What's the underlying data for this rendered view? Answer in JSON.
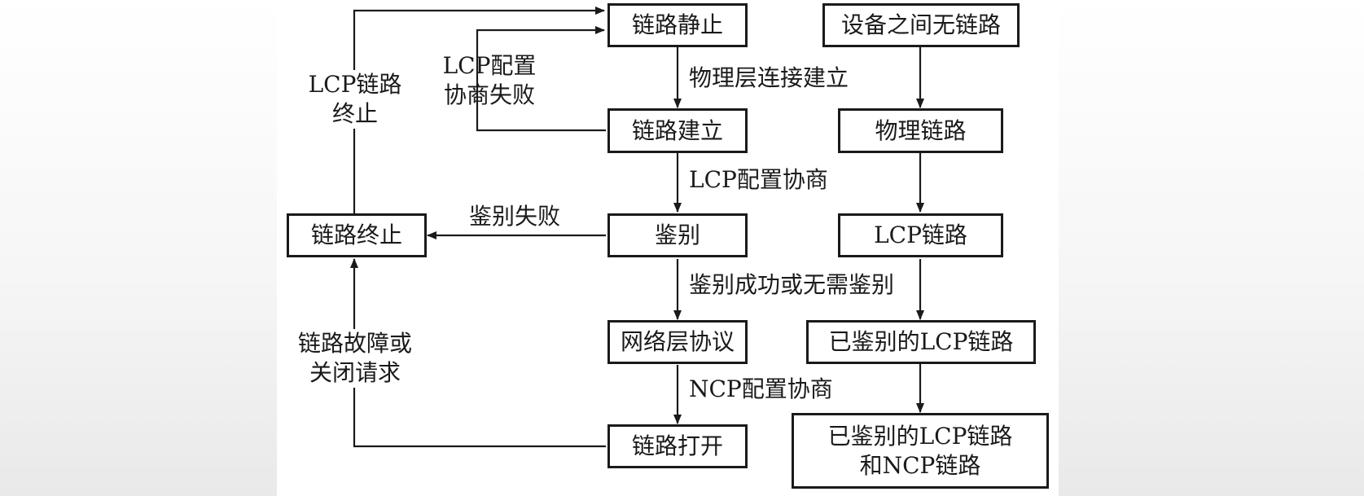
{
  "states": {
    "link_dead": "链路静止",
    "link_establish": "链路建立",
    "authenticate": "鉴别",
    "network_protocol": "网络层协议",
    "link_open": "链路打开",
    "link_terminate": "链路终止"
  },
  "status_boxes": {
    "no_link": "设备之间无链路",
    "physical_link": "物理链路",
    "lcp_link": "LCP链路",
    "auth_lcp_link": "已鉴别的LCP链路",
    "auth_lcp_ncp_link": [
      "已鉴别的LCP链路",
      "和NCP链路"
    ]
  },
  "transitions": {
    "physical_up": "物理层连接建立",
    "lcp_negotiation": "LCP配置协商",
    "auth_success": "鉴别成功或无需鉴别",
    "ncp_negotiation": "NCP配置协商",
    "auth_fail": "鉴别失败",
    "lcp_fail": [
      "LCP配置",
      "协商失败"
    ],
    "lcp_terminate": [
      "LCP链路",
      "终止"
    ],
    "fault_or_close": [
      "链路故障或",
      "关闭请求"
    ]
  },
  "colors": {
    "line": "#1a1a1a",
    "background": "#ffffff"
  }
}
